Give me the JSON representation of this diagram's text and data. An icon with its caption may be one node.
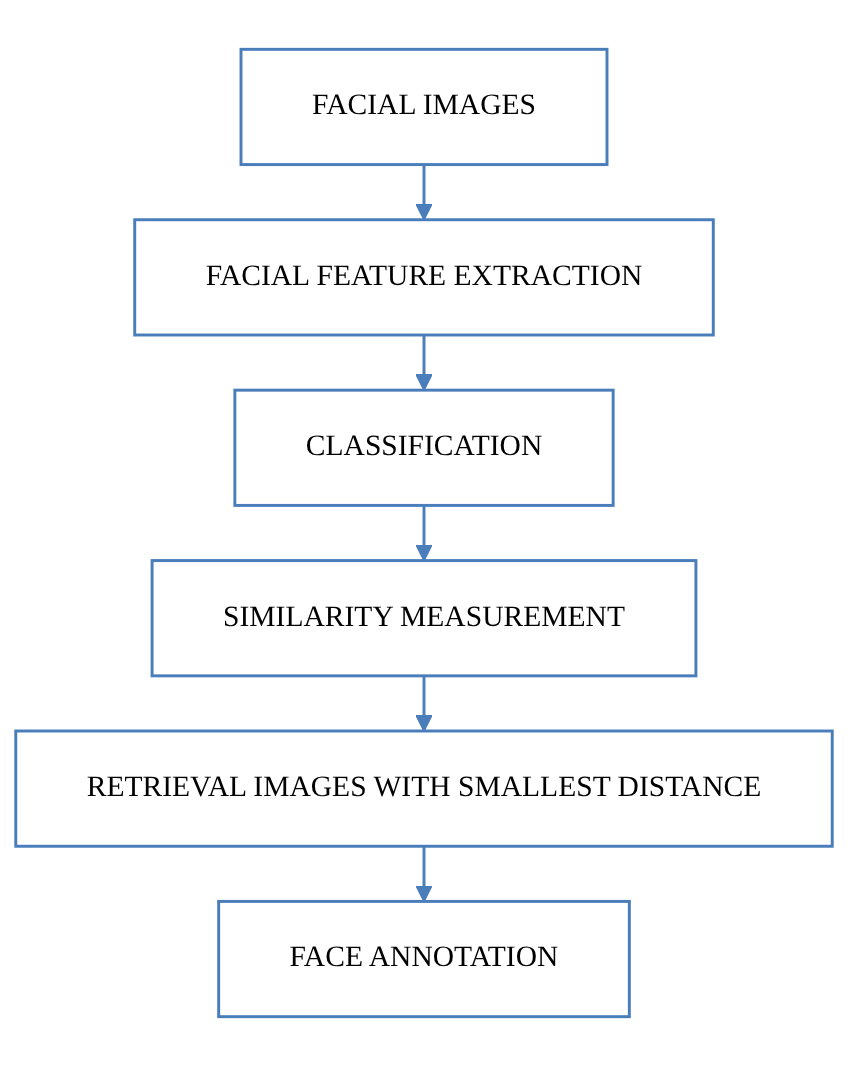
{
  "diagram": {
    "nodes": [
      {
        "text": [
          "FACIAL IMAGES"
        ]
      },
      {
        "text": [
          "FACIAL FEATURE EXTRACTION"
        ]
      },
      {
        "text": [
          "CLASSIFICATION"
        ]
      },
      {
        "text": [
          "SIMILARITY MEASUREMENT"
        ]
      },
      {
        "text": [
          "RETRIEVAL IMAGES WITH SMALLEST DISTANCE"
        ]
      },
      {
        "text": [
          "FACE ANNOTATION"
        ]
      }
    ],
    "edges": [
      {
        "from": 0,
        "to": 1,
        "arrow": "to"
      },
      {
        "from": 1,
        "to": 2,
        "arrow": "to"
      },
      {
        "from": 2,
        "to": 3,
        "arrow": "to"
      },
      {
        "from": 3,
        "to": 4,
        "arrow": "to"
      },
      {
        "from": 4,
        "to": 5,
        "arrow": "to"
      }
    ]
  }
}
